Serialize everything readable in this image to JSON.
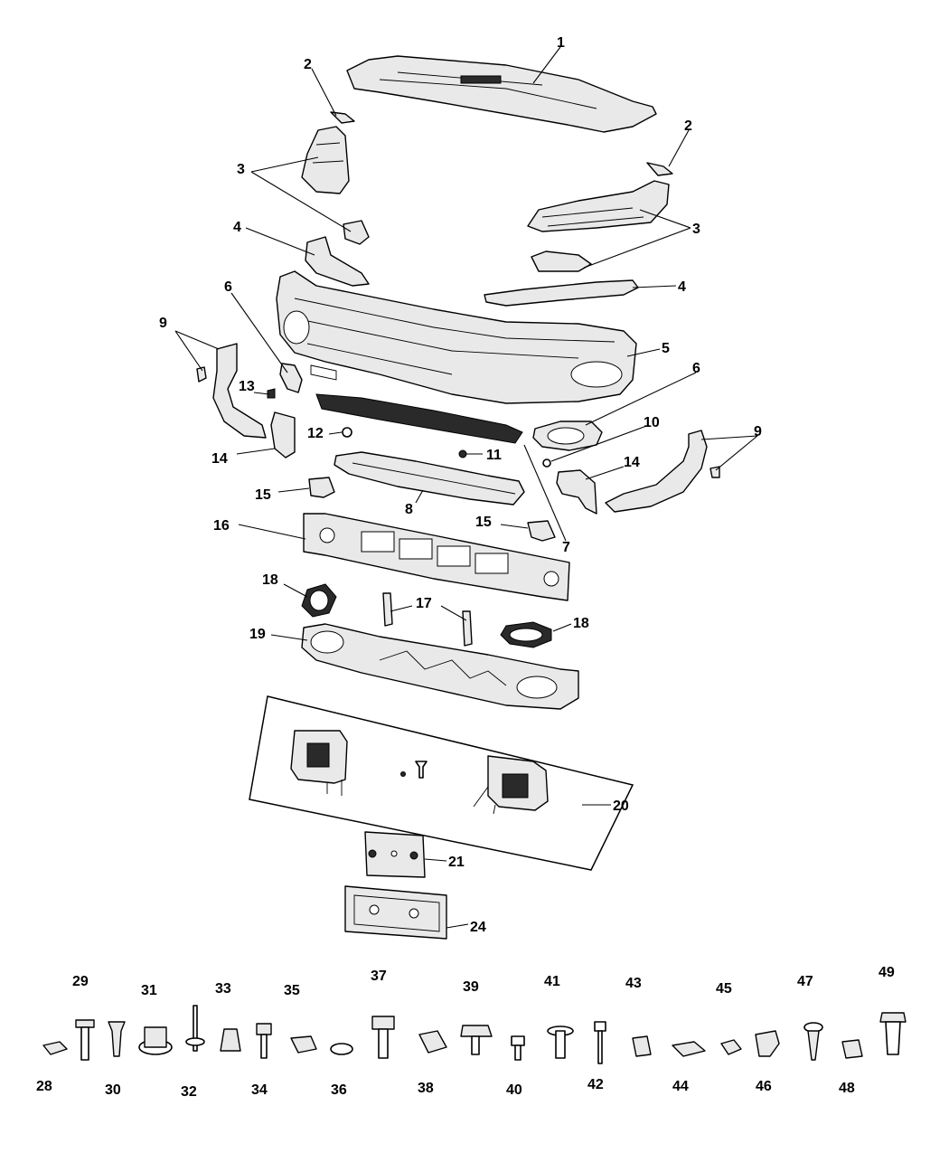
{
  "callouts": {
    "c1": "1",
    "c2a": "2",
    "c2b": "2",
    "c3a": "3",
    "c3b": "3",
    "c4a": "4",
    "c4b": "4",
    "c5": "5",
    "c6a": "6",
    "c6b": "6",
    "c7": "7",
    "c8": "8",
    "c9a": "9",
    "c9b": "9",
    "c10": "10",
    "c11": "11",
    "c12": "12",
    "c13": "13",
    "c14a": "14",
    "c14b": "14",
    "c15a": "15",
    "c15b": "15",
    "c16": "16",
    "c17": "17",
    "c18a": "18",
    "c18b": "18",
    "c19": "19",
    "c20": "20",
    "c21": "21",
    "c24": "24",
    "c28": "28",
    "c29": "29",
    "c30": "30",
    "c31": "31",
    "c32": "32",
    "c33": "33",
    "c34": "34",
    "c35": "35",
    "c36": "36",
    "c37": "37",
    "c38": "38",
    "c39": "39",
    "c40": "40",
    "c41": "41",
    "c42": "42",
    "c43": "43",
    "c44": "44",
    "c45": "45",
    "c46": "46",
    "c47": "47",
    "c48": "48",
    "c49": "49"
  }
}
